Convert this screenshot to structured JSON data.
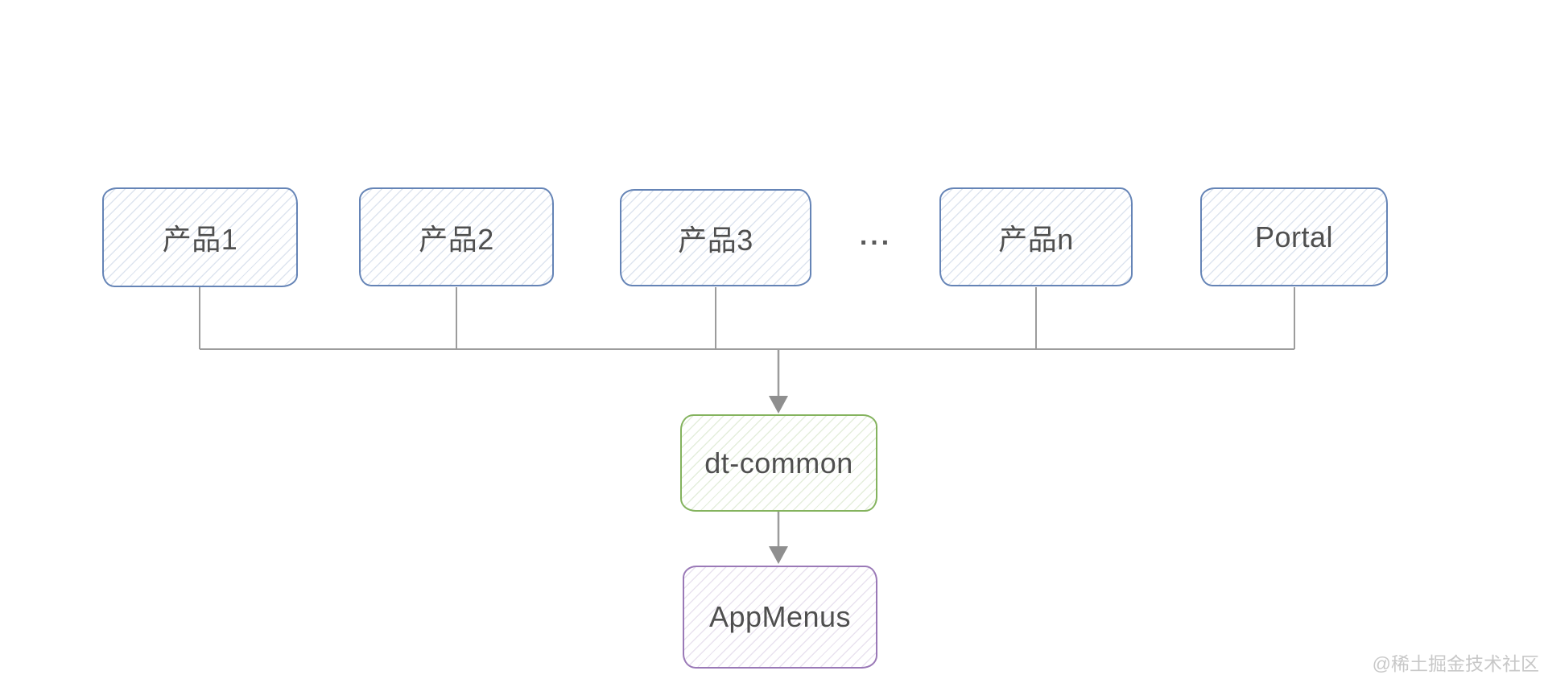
{
  "diagram": {
    "top_nodes": [
      {
        "label": "产品1"
      },
      {
        "label": "产品2"
      },
      {
        "label": "产品3"
      },
      {
        "label": "产品n"
      },
      {
        "label": "Portal"
      }
    ],
    "ellipsis": "...",
    "middle_node": {
      "label": "dt-common"
    },
    "bottom_node": {
      "label": "AppMenus"
    },
    "colors": {
      "product_border": "#6584b6",
      "common_border": "#84b35e",
      "menus_border": "#9a79b7",
      "connector_line": "#9c9c9c",
      "node_text": "#4f4f4f",
      "watermark_text": "#c8c8c8"
    }
  },
  "watermark": {
    "text": "@稀土掘金技术社区"
  }
}
